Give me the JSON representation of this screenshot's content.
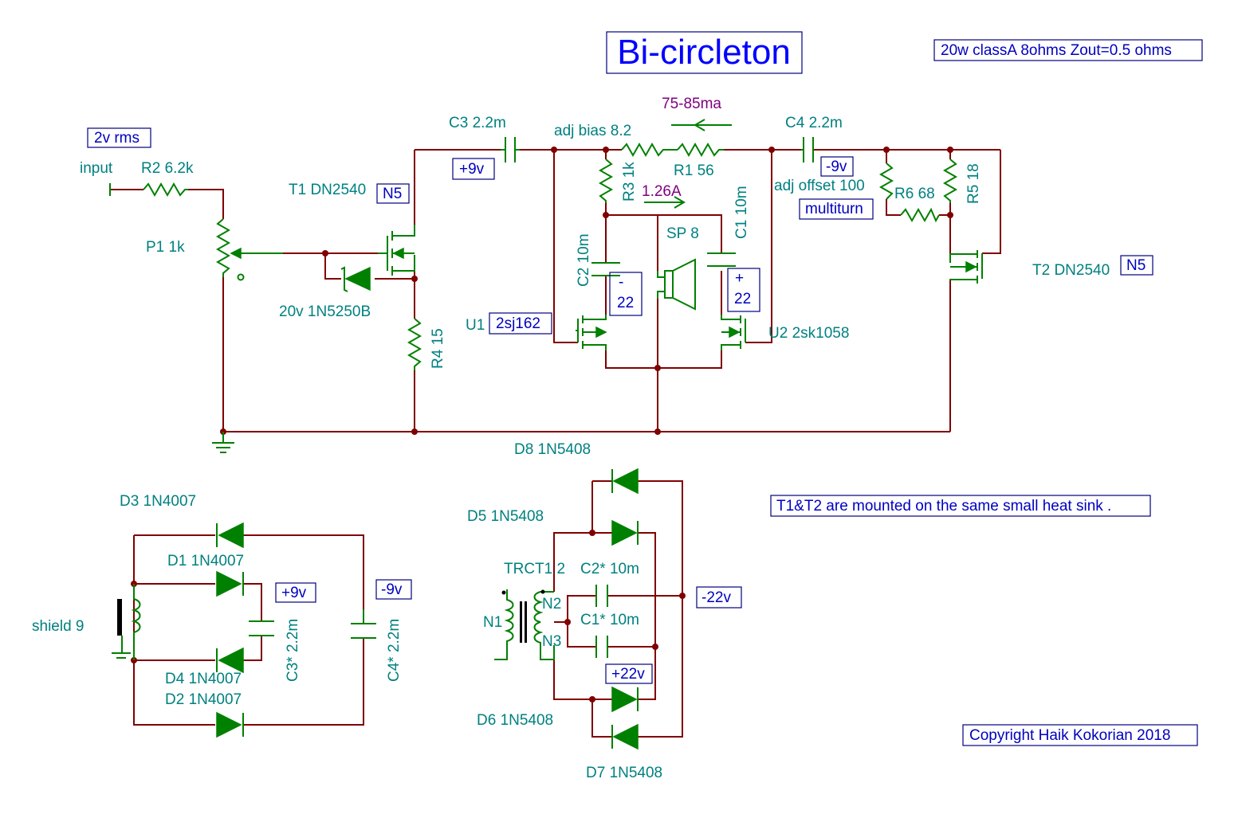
{
  "title": "Bi-circleton",
  "spec_note": "20w classA 8ohms Zout=0.5 ohms",
  "heatsink_note": "T1&T2 are mounted on the same small heat sink .",
  "copyright": "Copyright Haik Kokorian 2018",
  "amplifier": {
    "input_level": "2v rms",
    "input_label": "input",
    "r2": "R2 6.2k",
    "p1": "P1 1k",
    "t1": "T1 DN2540",
    "t1_type": "N5",
    "zener": "20v 1N5250B",
    "r4": "R4 15",
    "c3": "C3 2.2m",
    "plus9": "+9v",
    "adj_bias": "adj bias 8.2",
    "r3": "R3 1k",
    "r1": "R1 56",
    "idle_current": "75-85ma",
    "speaker_current": "1.26A",
    "c4": "C4 2.2m",
    "minus9": "-9v",
    "adj_offset": "adj offset 100",
    "multiturn": "multiturn",
    "r6": "R6 68",
    "r5": "R5 18",
    "t2": "T2 DN2540",
    "t2_type": "N5",
    "c2": "C2 10m",
    "c1": "C1 10m",
    "speaker": "SP 8",
    "minus_label": "-",
    "plus_label": "+",
    "v22": "22",
    "u1": "U1",
    "u1_type": "2sj162",
    "u2": "U2 2sk1058"
  },
  "supply": {
    "d3": "D3 1N4007",
    "d1": "D1 1N4007",
    "d4": "D4 1N4007",
    "d2": "D2 1N4007",
    "shield": "shield 9",
    "c3s": "C3* 2.2m",
    "c4s": "C4* 2.2m",
    "plus9": "+9v",
    "minus9": "-9v",
    "d8": "D8 1N5408",
    "d5": "D5 1N5408",
    "d6": "D6 1N5408",
    "d7": "D7 1N5408",
    "trct": "TRCT1 2",
    "n1": "N1",
    "n2": "N2",
    "n3": "N3",
    "c2s": "C2* 10m",
    "c1s": "C1* 10m",
    "plus22": "+22v",
    "minus22": "-22v"
  }
}
